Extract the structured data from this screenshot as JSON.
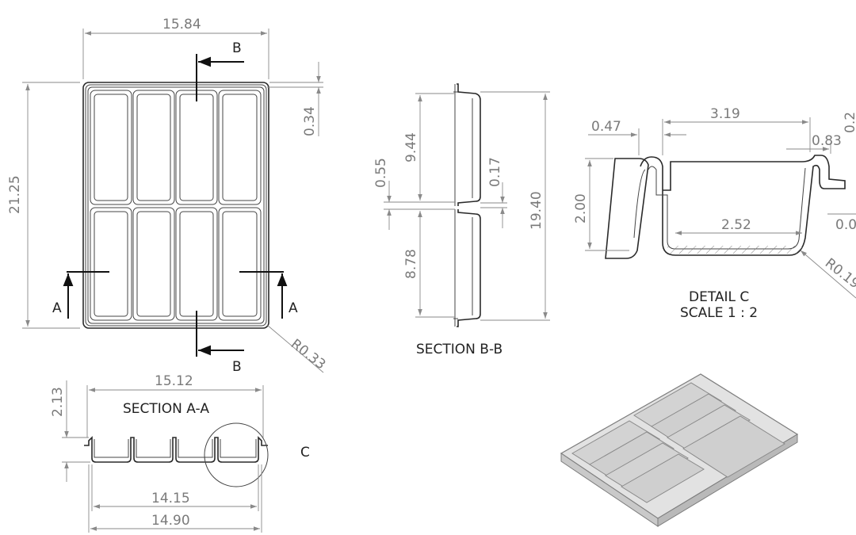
{
  "top_view": {
    "width_dim": "15.84",
    "height_dim": "21.25",
    "flange_dim": "0.34",
    "radius_dim": "R0.33",
    "section_a_left": "A",
    "section_a_right": "A",
    "section_b_top": "B",
    "section_b_bottom": "B"
  },
  "section_aa": {
    "title": "SECTION A-A",
    "top_width_dim": "15.12",
    "height_dim": "2.13",
    "inner_width_dim": "14.15",
    "outer_width_dim": "14.90",
    "detail_marker": "C"
  },
  "section_bb": {
    "title": "SECTION B-B",
    "upper_dim": "9.44",
    "gap_dim": "0.55",
    "lower_dim": "8.78",
    "wall_dim": "0.17",
    "total_dim": "19.40"
  },
  "detail_c": {
    "title_line1": "DETAIL C",
    "title_line2": "SCALE 1 : 2",
    "lip_dim": "0.47",
    "width_dim": "3.19",
    "flange_dim": "0.83",
    "cut_dim_right_top": "0.2",
    "cut_dim_right_mid": "0.0",
    "depth_dim": "2.00",
    "floor_dim": "2.52",
    "radius_dim": "R0.19"
  }
}
